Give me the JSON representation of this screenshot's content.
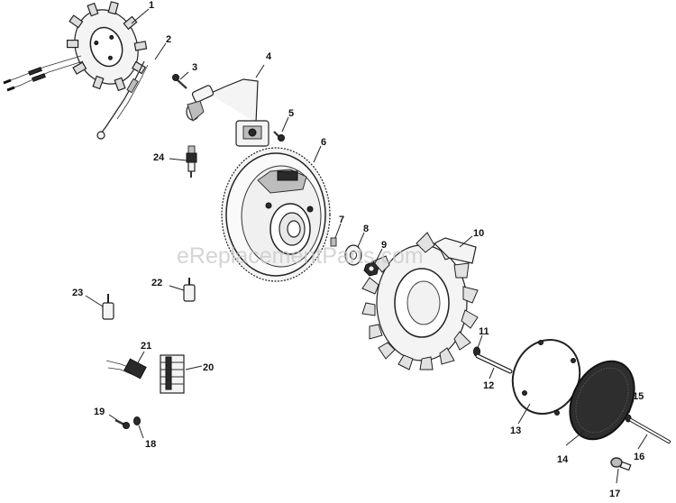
{
  "watermark": "eReplacementParts.com",
  "callouts": [
    "1",
    "2",
    "3",
    "4",
    "5",
    "6",
    "7",
    "8",
    "9",
    "10",
    "11",
    "12",
    "13",
    "14",
    "15",
    "16",
    "17",
    "18",
    "19",
    "20",
    "21",
    "22",
    "23",
    "24"
  ]
}
